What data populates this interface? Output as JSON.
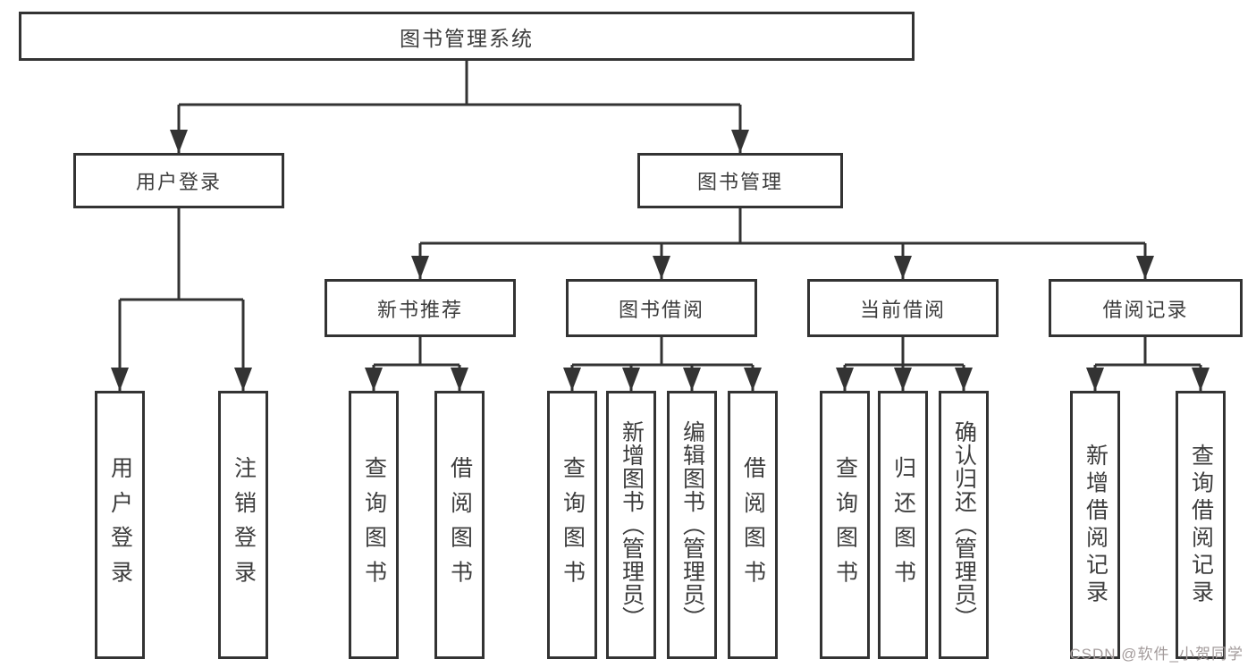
{
  "nodes": {
    "root": {
      "label": "图书管理系统"
    },
    "level2": [
      {
        "label": "用户登录"
      },
      {
        "label": "图书管理"
      }
    ],
    "level3": [
      {
        "label": "新书推荐",
        "parent": "图书管理"
      },
      {
        "label": "图书借阅",
        "parent": "图书管理"
      },
      {
        "label": "当前借阅",
        "parent": "图书管理"
      },
      {
        "label": "借阅记录",
        "parent": "图书管理"
      }
    ],
    "leaves": [
      {
        "label": "用户登录",
        "parent": "用户登录"
      },
      {
        "label": "注销登录",
        "parent": "用户登录"
      },
      {
        "label": "查询图书",
        "parent": "新书推荐"
      },
      {
        "label": "借阅图书",
        "parent": "新书推荐"
      },
      {
        "label": "查询图书",
        "parent": "图书借阅"
      },
      {
        "label": "新增图书（管理员）",
        "parent": "图书借阅"
      },
      {
        "label": "编辑图书（管理员）",
        "parent": "图书借阅"
      },
      {
        "label": "借阅图书",
        "parent": "图书借阅"
      },
      {
        "label": "查询图书",
        "parent": "当前借阅"
      },
      {
        "label": "归还图书",
        "parent": "当前借阅"
      },
      {
        "label": "确认归还（管理员）",
        "parent": "当前借阅"
      },
      {
        "label": "新增借阅记录",
        "parent": "借阅记录"
      },
      {
        "label": "查询借阅记录",
        "parent": "借阅记录"
      }
    ]
  },
  "watermark": "CSDN @软件_小贺同学",
  "colors": {
    "line": "#333333",
    "border": "#333333",
    "text": "#3d3d3d",
    "watermark": "#a39b9b"
  }
}
